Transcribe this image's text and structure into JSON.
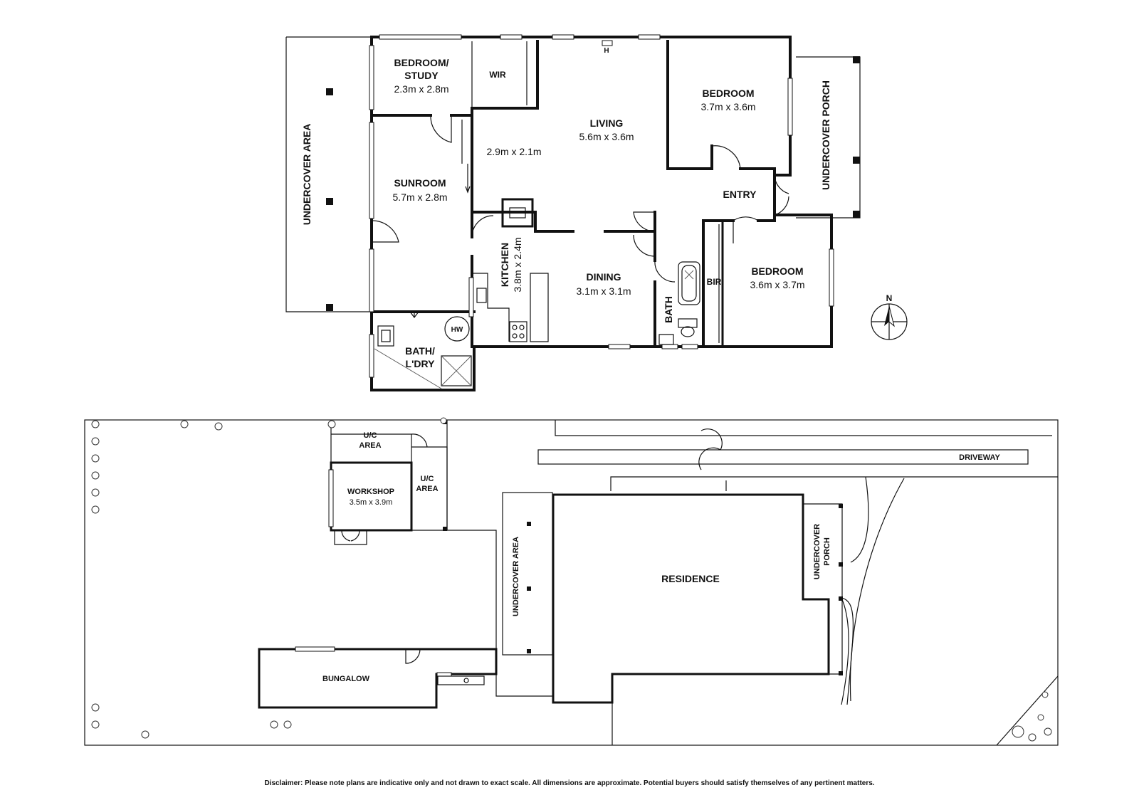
{
  "floorplan": {
    "undercover_area": "UNDERCOVER AREA",
    "bedroom_study": {
      "name_line1": "BEDROOM/",
      "name_line2": "STUDY",
      "dims": "2.3m x 2.8m"
    },
    "wir": "WIR",
    "h_marker": "H",
    "living": {
      "name": "LIVING",
      "dims": "5.6m x 3.6m"
    },
    "passage_dims": "2.9m x 2.1m",
    "bedroom1": {
      "name": "BEDROOM",
      "dims": "3.7m x 3.6m"
    },
    "undercover_porch": "UNDERCOVER PORCH",
    "entry": "ENTRY",
    "sunroom": {
      "name": "SUNROOM",
      "dims": "5.7m x 2.8m"
    },
    "kitchen": {
      "name": "KITCHEN",
      "dims": "3.8m x 2.4m"
    },
    "dining": {
      "name": "DINING",
      "dims": "3.1m x 3.1m"
    },
    "bath": "BATH",
    "bir": "BIR",
    "bedroom2": {
      "name": "BEDROOM",
      "dims": "3.6m x 3.7m"
    },
    "hw": "HW",
    "bath_laundry": {
      "line1": "BATH/",
      "line2": "L'DRY"
    },
    "north": "N"
  },
  "siteplan": {
    "uc_area_top": {
      "line1": "U/C",
      "line2": "AREA"
    },
    "uc_area_side": {
      "line1": "U/C",
      "line2": "AREA"
    },
    "workshop": {
      "name": "WORKSHOP",
      "dims": "3.5m x 3.9m"
    },
    "driveway": "DRIVEWAY",
    "undercover_area": "UNDERCOVER AREA",
    "residence": "RESIDENCE",
    "undercover_porch": {
      "line1": "UNDERCOVER",
      "line2": "PORCH"
    },
    "bungalow": "BUNGALOW"
  },
  "disclaimer": "Disclaimer: Please note plans are indicative only and not drawn to exact scale. All dimensions are approximate. Potential buyers should satisfy themselves of any pertinent matters."
}
